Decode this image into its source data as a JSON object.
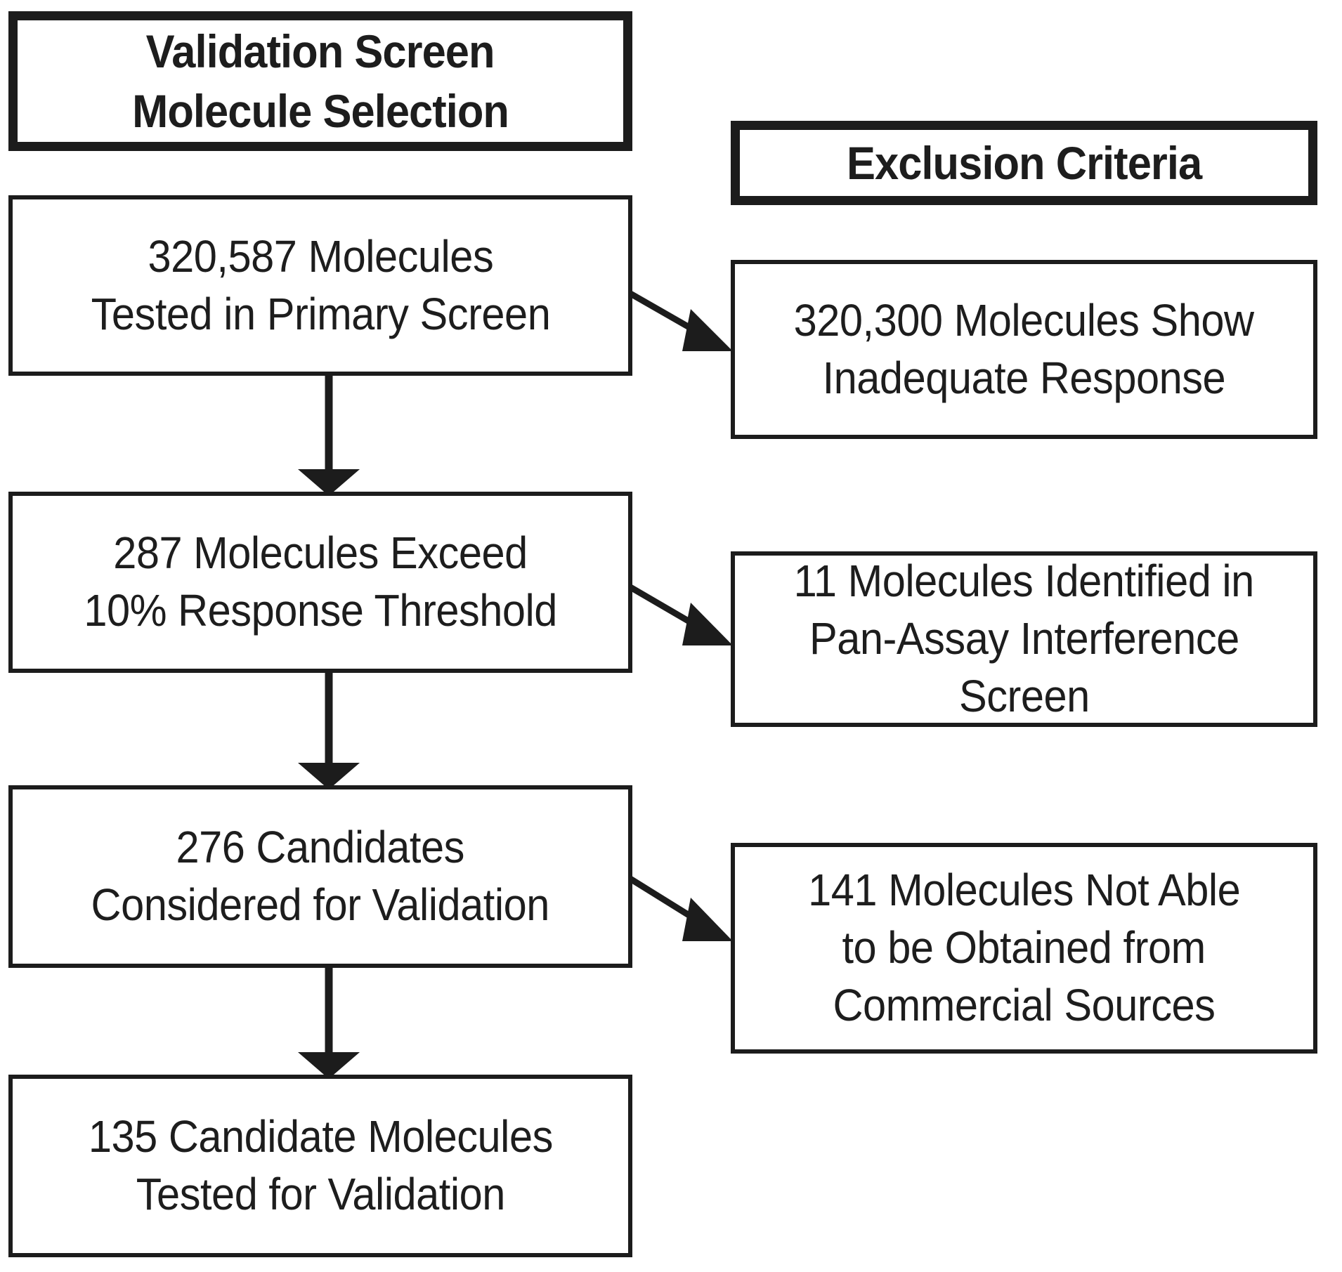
{
  "diagram": {
    "type": "flowchart",
    "orientation": "vertical-with-side-exclusions",
    "columns": {
      "left_header": "Validation Screen\nMolecule Selection",
      "right_header": "Exclusion Criteria"
    }
  },
  "left_column": {
    "header": {
      "line1": "Validation Screen",
      "line2": "Molecule Selection"
    },
    "steps": [
      {
        "id": "step-1",
        "count": "320,587",
        "line1": "320,587 Molecules",
        "line2": "Tested in Primary Screen"
      },
      {
        "id": "step-2",
        "count": "287",
        "line1": "287 Molecules Exceed",
        "line2": "10% Response Threshold"
      },
      {
        "id": "step-3",
        "count": "276",
        "line1": "276 Candidates",
        "line2": "Considered for Validation"
      },
      {
        "id": "step-4",
        "count": "135",
        "line1": "135 Candidate Molecules",
        "line2": "Tested for Validation"
      }
    ]
  },
  "right_column": {
    "header": {
      "line1": "Exclusion Criteria"
    },
    "exclusions": [
      {
        "id": "exclusion-1",
        "count": "320,300",
        "line1": "320,300 Molecules Show",
        "line2": "Inadequate Response",
        "line3": ""
      },
      {
        "id": "exclusion-2",
        "count": "11",
        "line1": "11 Molecules Identified in",
        "line2": "Pan-Assay Interference",
        "line3": "Screen"
      },
      {
        "id": "exclusion-3",
        "count": "141",
        "line1": "141 Molecules Not Able",
        "line2": "to be Obtained from",
        "line3": "Commercial Sources"
      }
    ]
  },
  "colors": {
    "stroke": "#1c1c1c",
    "text": "#1d1d1d",
    "background": "#ffffff"
  }
}
